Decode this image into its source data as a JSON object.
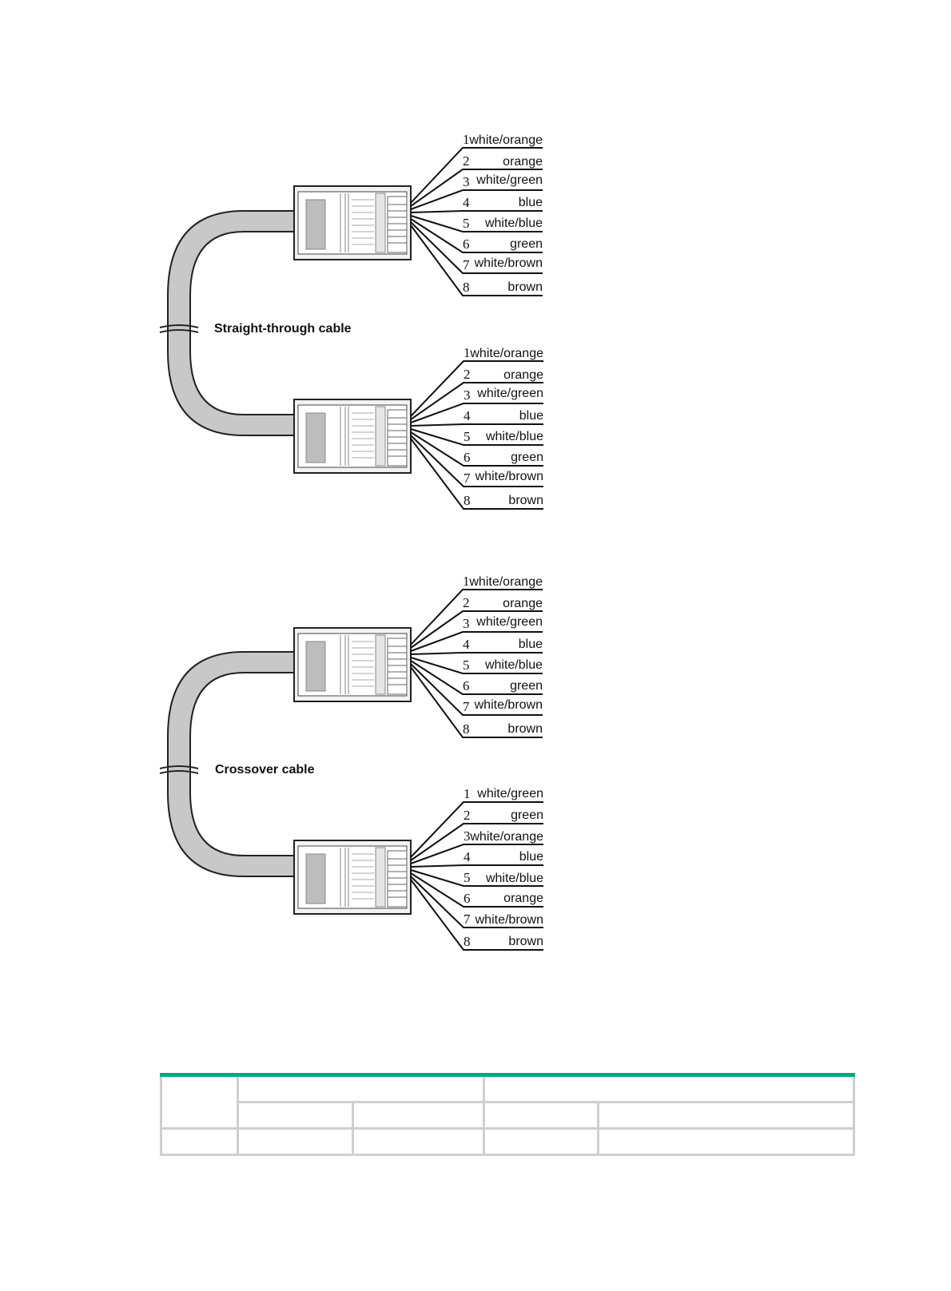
{
  "diagrams": [
    {
      "title": "Straight-through cable",
      "top_connector": {
        "pins": [
          {
            "num": "1",
            "color": "white/orange"
          },
          {
            "num": "2",
            "color": "orange"
          },
          {
            "num": "3",
            "color": "white/green"
          },
          {
            "num": "4",
            "color": "blue"
          },
          {
            "num": "5",
            "color": "white/blue"
          },
          {
            "num": "6",
            "color": "green"
          },
          {
            "num": "7",
            "color": "white/brown"
          },
          {
            "num": "8",
            "color": "brown"
          }
        ]
      },
      "bottom_connector": {
        "pins": [
          {
            "num": "1",
            "color": "white/orange"
          },
          {
            "num": "2",
            "color": "orange"
          },
          {
            "num": "3",
            "color": "white/green"
          },
          {
            "num": "4",
            "color": "blue"
          },
          {
            "num": "5",
            "color": "white/blue"
          },
          {
            "num": "6",
            "color": "green"
          },
          {
            "num": "7",
            "color": "white/brown"
          },
          {
            "num": "8",
            "color": "brown"
          }
        ]
      }
    },
    {
      "title": "Crossover cable",
      "top_connector": {
        "pins": [
          {
            "num": "1",
            "color": "white/orange"
          },
          {
            "num": "2",
            "color": "orange"
          },
          {
            "num": "3",
            "color": "white/green"
          },
          {
            "num": "4",
            "color": "blue"
          },
          {
            "num": "5",
            "color": "white/blue"
          },
          {
            "num": "6",
            "color": "green"
          },
          {
            "num": "7",
            "color": "white/brown"
          },
          {
            "num": "8",
            "color": "brown"
          }
        ]
      },
      "bottom_connector": {
        "pins": [
          {
            "num": "1",
            "color": "white/green"
          },
          {
            "num": "2",
            "color": "green"
          },
          {
            "num": "3",
            "color": "white/orange"
          },
          {
            "num": "4",
            "color": "blue"
          },
          {
            "num": "5",
            "color": "white/blue"
          },
          {
            "num": "6",
            "color": "orange"
          },
          {
            "num": "7",
            "color": "white/brown"
          },
          {
            "num": "8",
            "color": "brown"
          }
        ]
      }
    }
  ],
  "colors": {
    "cable_fill": "#c8c8c8",
    "cable_outline": "#222222",
    "connector_fill": "#f2f2f2",
    "table_accent": "#01a982",
    "table_border": "#cfcfcf"
  }
}
